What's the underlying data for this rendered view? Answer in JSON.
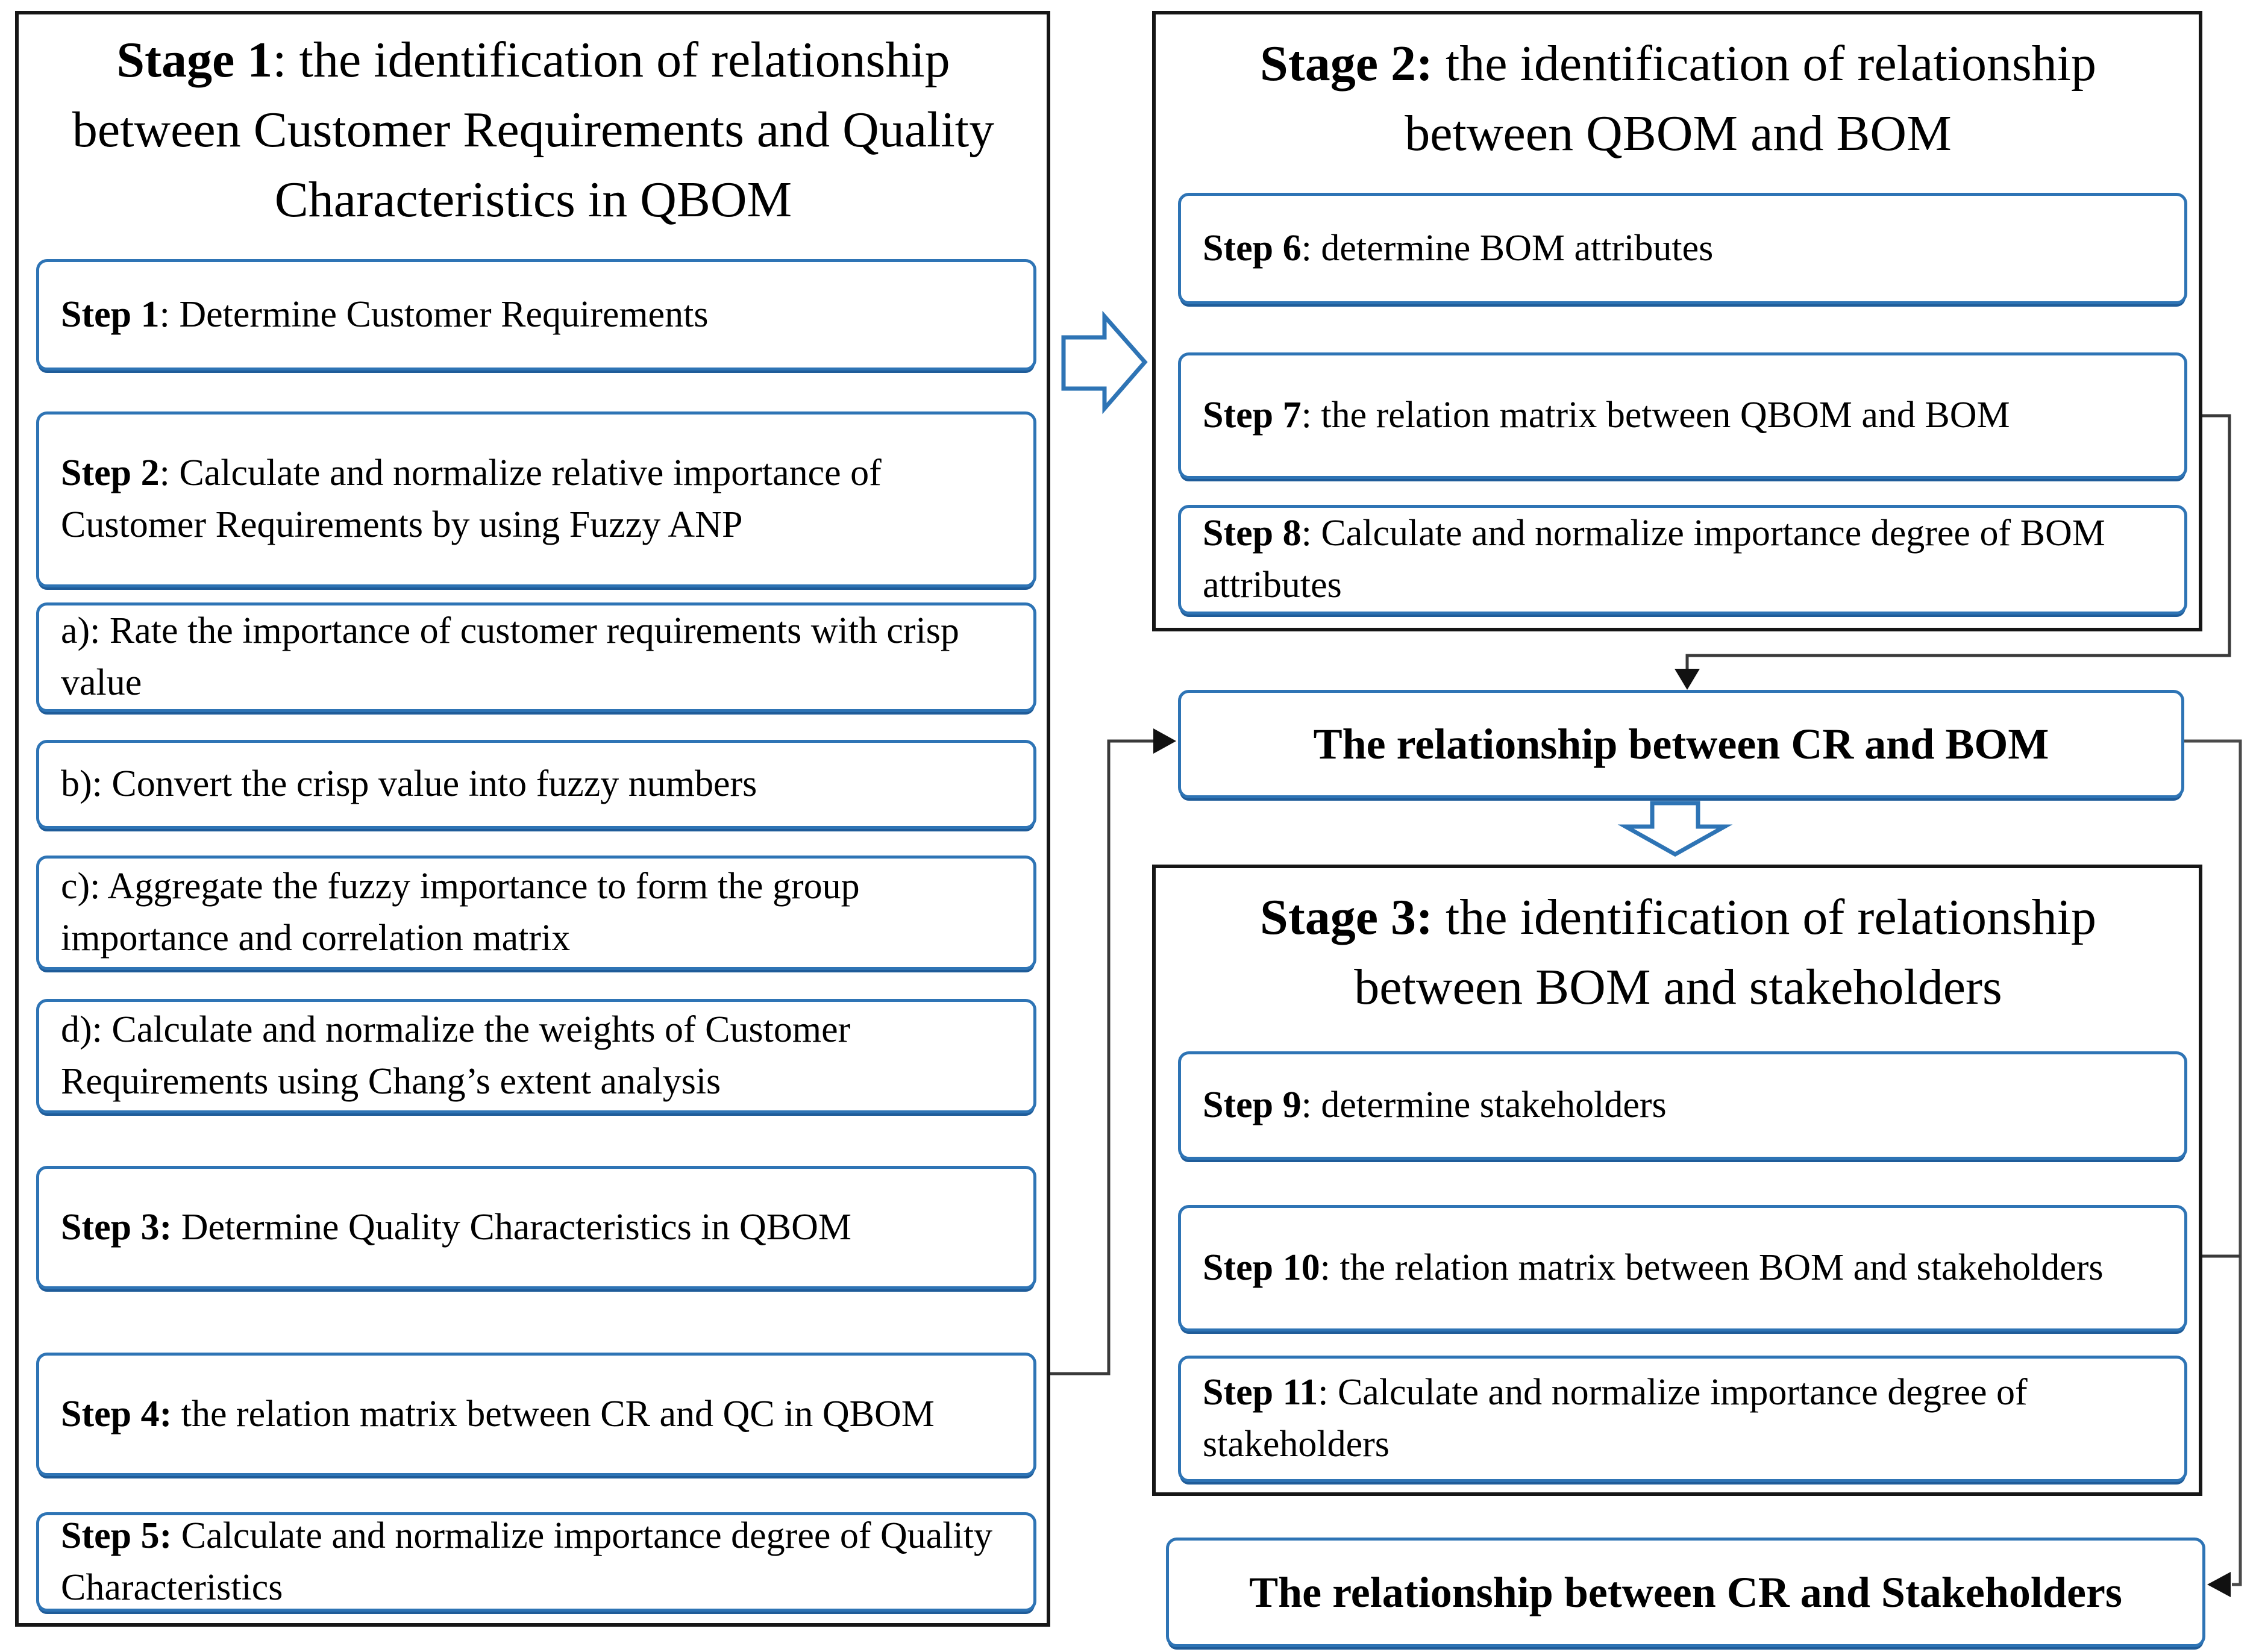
{
  "figure": {
    "type": "flowchart",
    "description": "Three-stage QBOM/BOM relationship identification process"
  },
  "colors": {
    "box_border_blue": "#2E74B5",
    "stage_border_black": "#161616",
    "flow_arrow_blue": "#3E7AC8",
    "connector_dark": "#3A3A3A",
    "text": "#000000",
    "background": "#FFFFFF"
  },
  "stage1": {
    "title": {
      "prefix": "Stage 1",
      "rest": ": the identification of relationship between Customer Requirements and Quality Characteristics in QBOM"
    },
    "steps": {
      "s1": {
        "label": "Step 1",
        "text": ": Determine Customer Requirements"
      },
      "s2": {
        "label": "Step 2",
        "text": ": Calculate and normalize relative importance of Customer Requirements by using Fuzzy ANP"
      },
      "a": {
        "text": "a): Rate the importance of customer requirements with crisp value"
      },
      "b": {
        "text": "b): Convert the crisp value into fuzzy numbers"
      },
      "c": {
        "text": "c): Aggregate the fuzzy importance to form the group importance and correlation matrix"
      },
      "d": {
        "text": "d): Calculate and normalize the weights of Customer Requirements using Chang’s extent analysis"
      },
      "s3": {
        "label": "Step 3:",
        "text": " Determine Quality Characteristics in QBOM"
      },
      "s4": {
        "label": "Step 4:",
        "text": " the relation matrix between CR and QC in QBOM"
      },
      "s5": {
        "label": "Step 5:",
        "text": " Calculate and normalize importance degree of Quality Characteristics"
      }
    }
  },
  "stage2": {
    "title": {
      "prefix": "Stage 2:",
      "rest": " the identification of relationship between QBOM and BOM"
    },
    "steps": {
      "s6": {
        "label": "Step 6",
        "text": ": determine BOM attributes"
      },
      "s7": {
        "label": "Step 7",
        "text": ": the relation matrix between QBOM and BOM"
      },
      "s8": {
        "label": "Step 8",
        "text": ": Calculate and normalize importance degree of BOM attributes"
      }
    }
  },
  "stage3": {
    "title": {
      "prefix": "Stage 3:",
      "rest": " the identification of relationship between BOM and stakeholders"
    },
    "steps": {
      "s9": {
        "label": "Step 9",
        "text": ": determine stakeholders"
      },
      "s10": {
        "label": "Step 10",
        "text": ": the relation matrix between BOM and stakeholders"
      },
      "s11": {
        "label": "Step 11",
        "text": ": Calculate and normalize importance degree of stakeholders"
      }
    }
  },
  "relationships": {
    "cr_bom": "The relationship between CR and BOM",
    "cr_stakeholders": "The relationship between CR and Stakeholders"
  }
}
